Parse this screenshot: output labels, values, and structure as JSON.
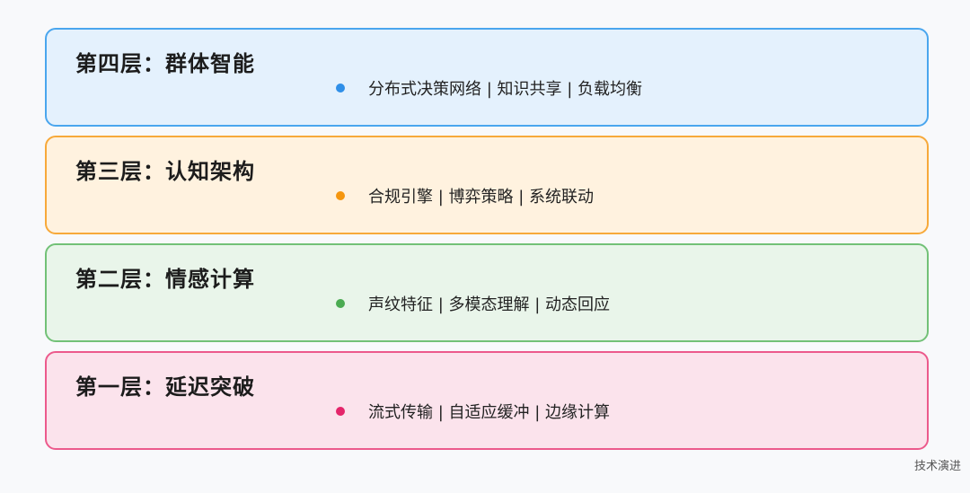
{
  "layers": [
    {
      "title": "第四层：群体智能",
      "items": "分布式决策网络 | 知识共享 | 负载均衡",
      "border_color": "#4aa6ee",
      "bg_color": "#e4f1fd",
      "dot_color": "#2f8fe8"
    },
    {
      "title": "第三层：认知架构",
      "items": "合规引擎 | 博弈策略 | 系统联动",
      "border_color": "#f7a93a",
      "bg_color": "#fff2df",
      "dot_color": "#f5960f"
    },
    {
      "title": "第二层：情感计算",
      "items": "声纹特征 | 多模态理解 | 动态回应",
      "border_color": "#72c177",
      "bg_color": "#e9f5ea",
      "dot_color": "#4bab52"
    },
    {
      "title": "第一层：延迟突破",
      "items": "流式传输 | 自适应缓冲 | 边缘计算",
      "border_color": "#ec5a8c",
      "bg_color": "#fbe3ec",
      "dot_color": "#e4256a"
    }
  ],
  "watermark": "技术演进"
}
